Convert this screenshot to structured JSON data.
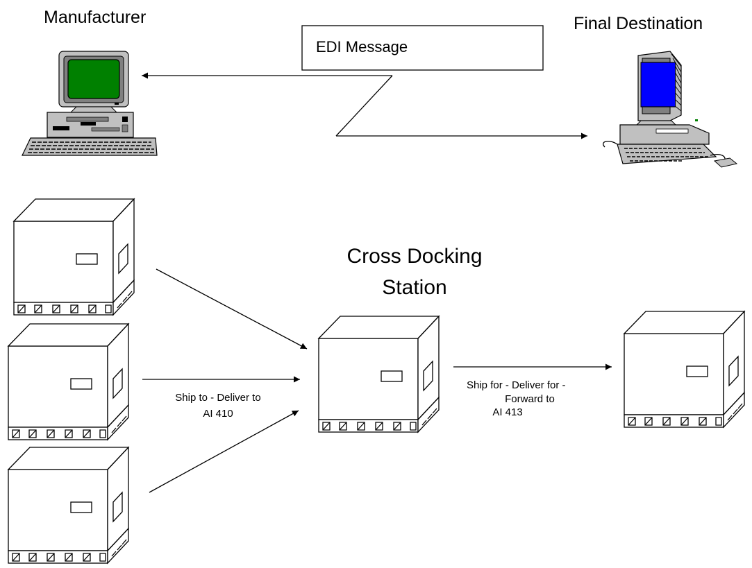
{
  "labels": {
    "manufacturer": "Manufacturer",
    "final_destination": "Final Destination",
    "edi_message": "EDI Message",
    "cross_docking_line1": "Cross Docking",
    "cross_docking_line2": "Station",
    "ship_to_line1": "Ship to - Deliver to",
    "ship_to_line2": "AI 410",
    "ship_for_line1": "Ship for - Deliver for  -",
    "ship_for_line2": "Forward to",
    "ship_for_line3": "AI 413"
  },
  "colors": {
    "manufacturer_screen": "#008000",
    "destination_screen": "#0000ff",
    "computer_body": "#c0c0c0",
    "computer_dark": "#808080"
  }
}
